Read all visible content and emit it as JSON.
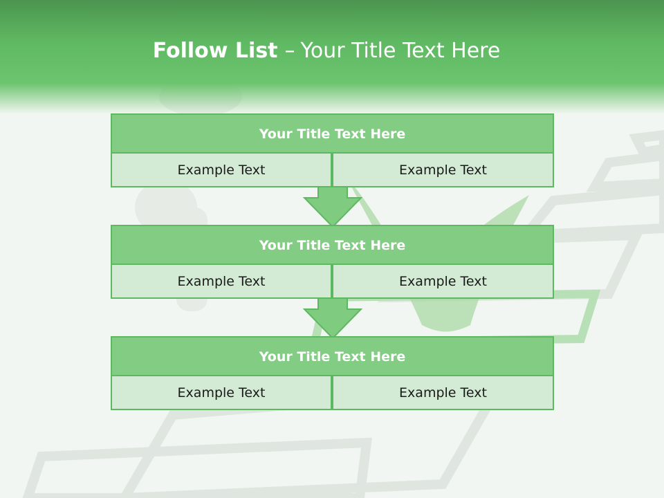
{
  "slide": {
    "title_bold": "Follow List",
    "title_separator": "–",
    "title_rest": "Your Title Text Here"
  },
  "blocks": [
    {
      "title": "Your Title Text Here",
      "left": "Example Text",
      "right": "Example Text"
    },
    {
      "title": "Your Title Text Here",
      "left": "Example Text",
      "right": "Example Text"
    },
    {
      "title": "Your Title Text Here",
      "left": "Example Text",
      "right": "Example Text"
    }
  ],
  "colors": {
    "header_green": "#5fb862",
    "title_box": "#82cc84",
    "cell_fill": "#d3ead5",
    "border": "#5eb862",
    "arrow": "#7fcb7f"
  },
  "icons": [
    "down-arrow-icon",
    "checkmark-illustration",
    "figure-illustration",
    "checkbox-illustration"
  ]
}
